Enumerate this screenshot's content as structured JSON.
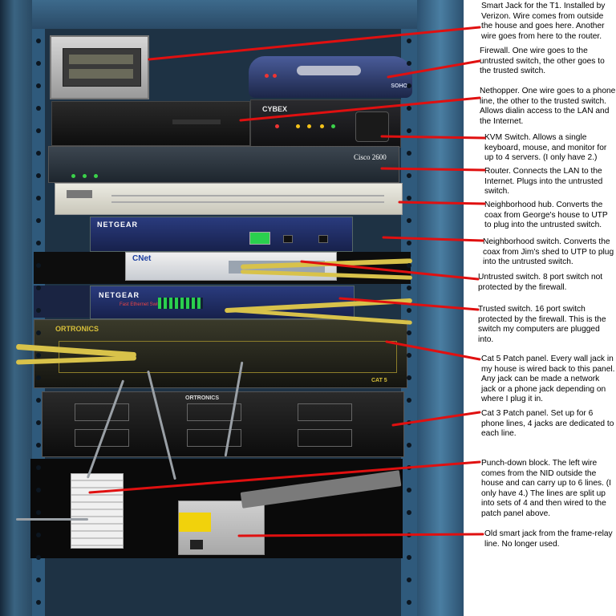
{
  "photo": {
    "device_labels": {
      "cybex": "CYBEX",
      "sohos": "SOHO",
      "cisco": "Cisco 2600",
      "netgear1": "NETGEAR",
      "netgear2": "NETGEAR",
      "netgear2_sub": "Fast Ethernet Switch",
      "cnet": "CNet",
      "ortronics": "ORTRONICS",
      "ortronics2": "ORTRONICS",
      "cat5": "CAT 5"
    }
  },
  "annotations": [
    {
      "id": "smart-jack-t1",
      "text": "Smart Jack for the T1. Installed by Verizon. Wire comes from outside the house and goes here. Another wire goes from here to the router."
    },
    {
      "id": "firewall",
      "text": "Firewall. One wire goes to the untrusted switch, the other goes to the trusted switch."
    },
    {
      "id": "nethopper",
      "text": "Nethopper. One wire goes to a phone line, the other to the trusted switch. Allows dialin access to the LAN and the Internet."
    },
    {
      "id": "kvm-switch",
      "text": "KVM Switch. Allows a single keyboard, mouse, and monitor for up to 4 servers. (I only have 2.)"
    },
    {
      "id": "router",
      "text": "Router. Connects the LAN to the Internet. Plugs into the untrusted switch."
    },
    {
      "id": "neighborhood-hub",
      "text": "Neighborhood hub. Converts the coax from George's house to UTP to plug into the untrusted switch."
    },
    {
      "id": "neighborhood-switch",
      "text": "Neighborhood switch. Converts the coax from Jim's shed to UTP to plug into the untrusted switch."
    },
    {
      "id": "untrusted-switch",
      "text": "Untrusted switch. 8 port switch not protected by the firewall."
    },
    {
      "id": "trusted-switch",
      "text": "Trusted switch. 16 port switch protected by the firewall. This is the switch my computers are plugged into."
    },
    {
      "id": "cat5-patch-panel",
      "text": "Cat 5 Patch panel. Every wall jack in my house is wired back to this panel. Any jack can be made a network jack or a phone jack depending on where I plug it in."
    },
    {
      "id": "cat3-patch-panel",
      "text": "Cat 3 Patch panel. Set up for 6 phone lines, 4 jacks are dedicated to each line."
    },
    {
      "id": "punch-down-block",
      "text": "Punch-down block. The left wire comes from the NID outside the house and can carry up to 6 lines. (I only have 4.) The lines are split up into sets of 4 and then wired to the patch panel above."
    },
    {
      "id": "old-smart-jack",
      "text": "Old smart jack from the frame-relay line. No longer used."
    }
  ],
  "colors": {
    "pointer_line": "#e01010",
    "cabinet_blue": "#3a6482",
    "cable_yellow": "#d8c24a"
  }
}
